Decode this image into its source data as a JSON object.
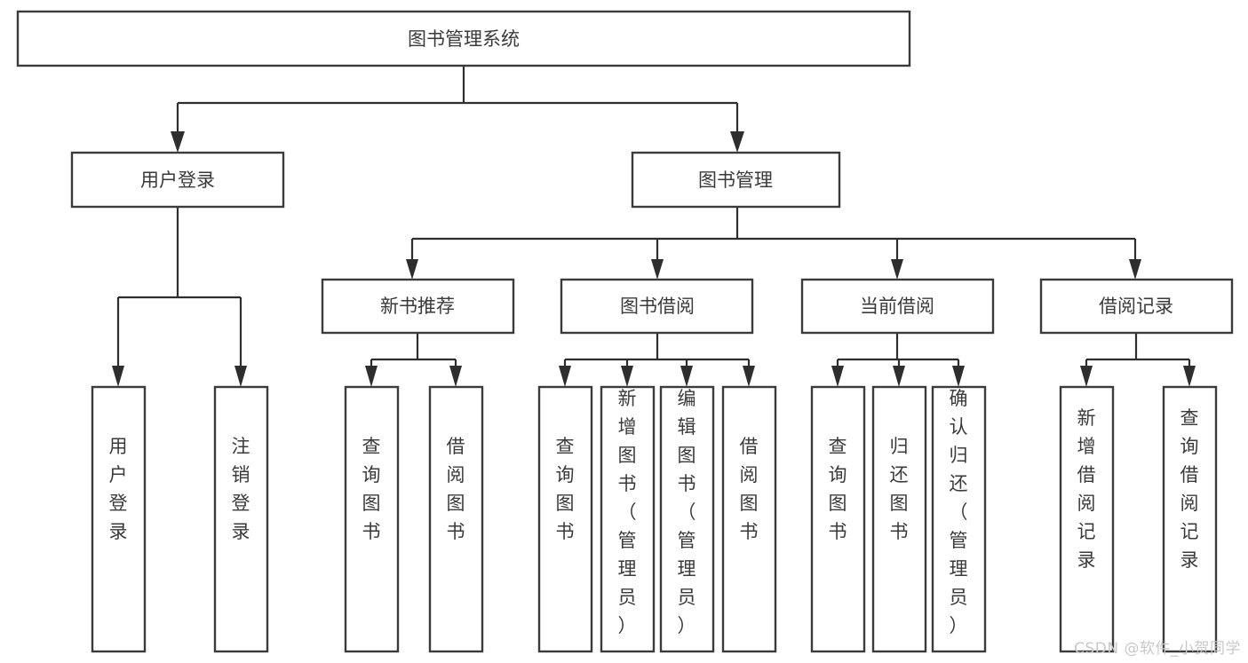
{
  "diagram": {
    "type": "tree",
    "title": "图书管理系统",
    "watermark": "CSDN @软件_小贺同学",
    "colors": {
      "background": "#ffffff",
      "box_border": "#3b3b3b",
      "box_fill": "#ffffff",
      "text": "#3a3a3a",
      "edge": "#2e2e2e",
      "watermark": "#c9c9c9"
    },
    "root": {
      "id": "root",
      "label": "图书管理系统"
    },
    "level2": [
      {
        "id": "user-login",
        "label": "用户登录"
      },
      {
        "id": "book-management",
        "label": "图书管理"
      }
    ],
    "level3": [
      {
        "id": "new-book-recommend",
        "label": "新书推荐",
        "parent": "book-management"
      },
      {
        "id": "book-borrow",
        "label": "图书借阅",
        "parent": "book-management"
      },
      {
        "id": "current-borrow",
        "label": "当前借阅",
        "parent": "book-management"
      },
      {
        "id": "borrow-record",
        "label": "借阅记录",
        "parent": "book-management"
      }
    ],
    "leaves": [
      {
        "id": "leaf-user-login",
        "label": "用户登录",
        "parent": "user-login"
      },
      {
        "id": "leaf-logout-login",
        "label": "注销登录",
        "parent": "user-login"
      },
      {
        "id": "leaf-query-book-1",
        "label": "查询图书",
        "parent": "new-book-recommend"
      },
      {
        "id": "leaf-borrow-book-1",
        "label": "借阅图书",
        "parent": "new-book-recommend"
      },
      {
        "id": "leaf-query-book-2",
        "label": "查询图书",
        "parent": "book-borrow"
      },
      {
        "id": "leaf-add-book-admin",
        "label": "新增图书（管理员）",
        "parent": "book-borrow"
      },
      {
        "id": "leaf-edit-book-admin",
        "label": "编辑图书（管理员）",
        "parent": "book-borrow"
      },
      {
        "id": "leaf-borrow-book-2",
        "label": "借阅图书",
        "parent": "book-borrow"
      },
      {
        "id": "leaf-query-book-3",
        "label": "查询图书",
        "parent": "current-borrow"
      },
      {
        "id": "leaf-return-book",
        "label": "归还图书",
        "parent": "current-borrow"
      },
      {
        "id": "leaf-confirm-return-admin",
        "label": "确认归还（管理员）",
        "parent": "current-borrow"
      },
      {
        "id": "leaf-add-borrow-record",
        "label": "新增借阅记录",
        "parent": "borrow-record"
      },
      {
        "id": "leaf-query-borrow-record",
        "label": "查询借阅记录",
        "parent": "borrow-record"
      }
    ]
  }
}
